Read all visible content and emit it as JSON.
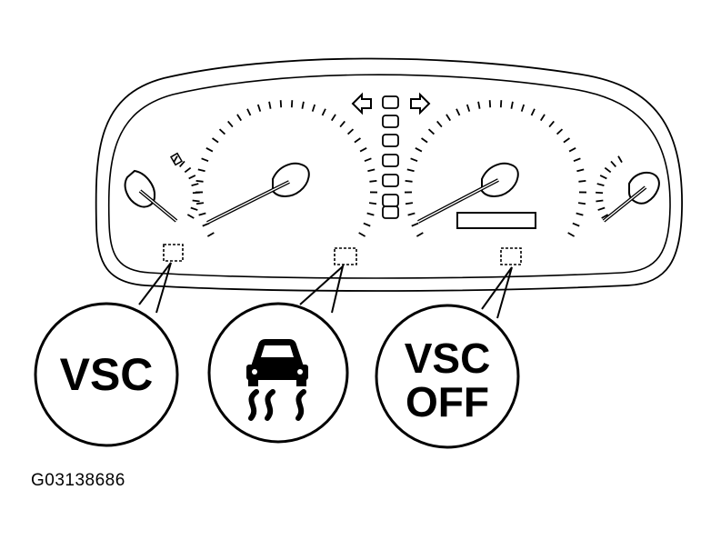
{
  "figure_id": "G03138686",
  "callouts": [
    {
      "id": "vsc-indicator",
      "line1": "VSC",
      "line2": ""
    },
    {
      "id": "slip-indicator",
      "icon": "skidding-car-icon"
    },
    {
      "id": "vsc-off-indicator",
      "line1": "VSC",
      "line2": "OFF"
    }
  ],
  "colors": {
    "stroke": "#000000",
    "background": "#ffffff"
  }
}
